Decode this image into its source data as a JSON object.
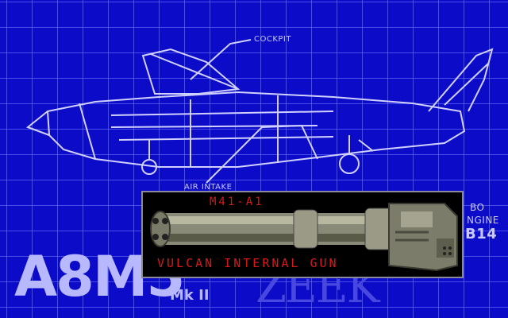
{
  "blueprint": {
    "callout_cockpit": "COCKPIT",
    "callout_air_intake": "AIR INTAKE",
    "callout_engine_top": "BO",
    "callout_engine_mid": "NGINE",
    "callout_engine_code": "B14"
  },
  "designation": {
    "model": "A8M5",
    "mark": "Mk II",
    "name": "ZEEK"
  },
  "weapon": {
    "code": "M41-A1",
    "name": "VULCAN INTERNAL GUN"
  },
  "colors": {
    "background": "#0c0cc8",
    "line": "#c8c8ff",
    "weapon_text": "#d81818"
  }
}
